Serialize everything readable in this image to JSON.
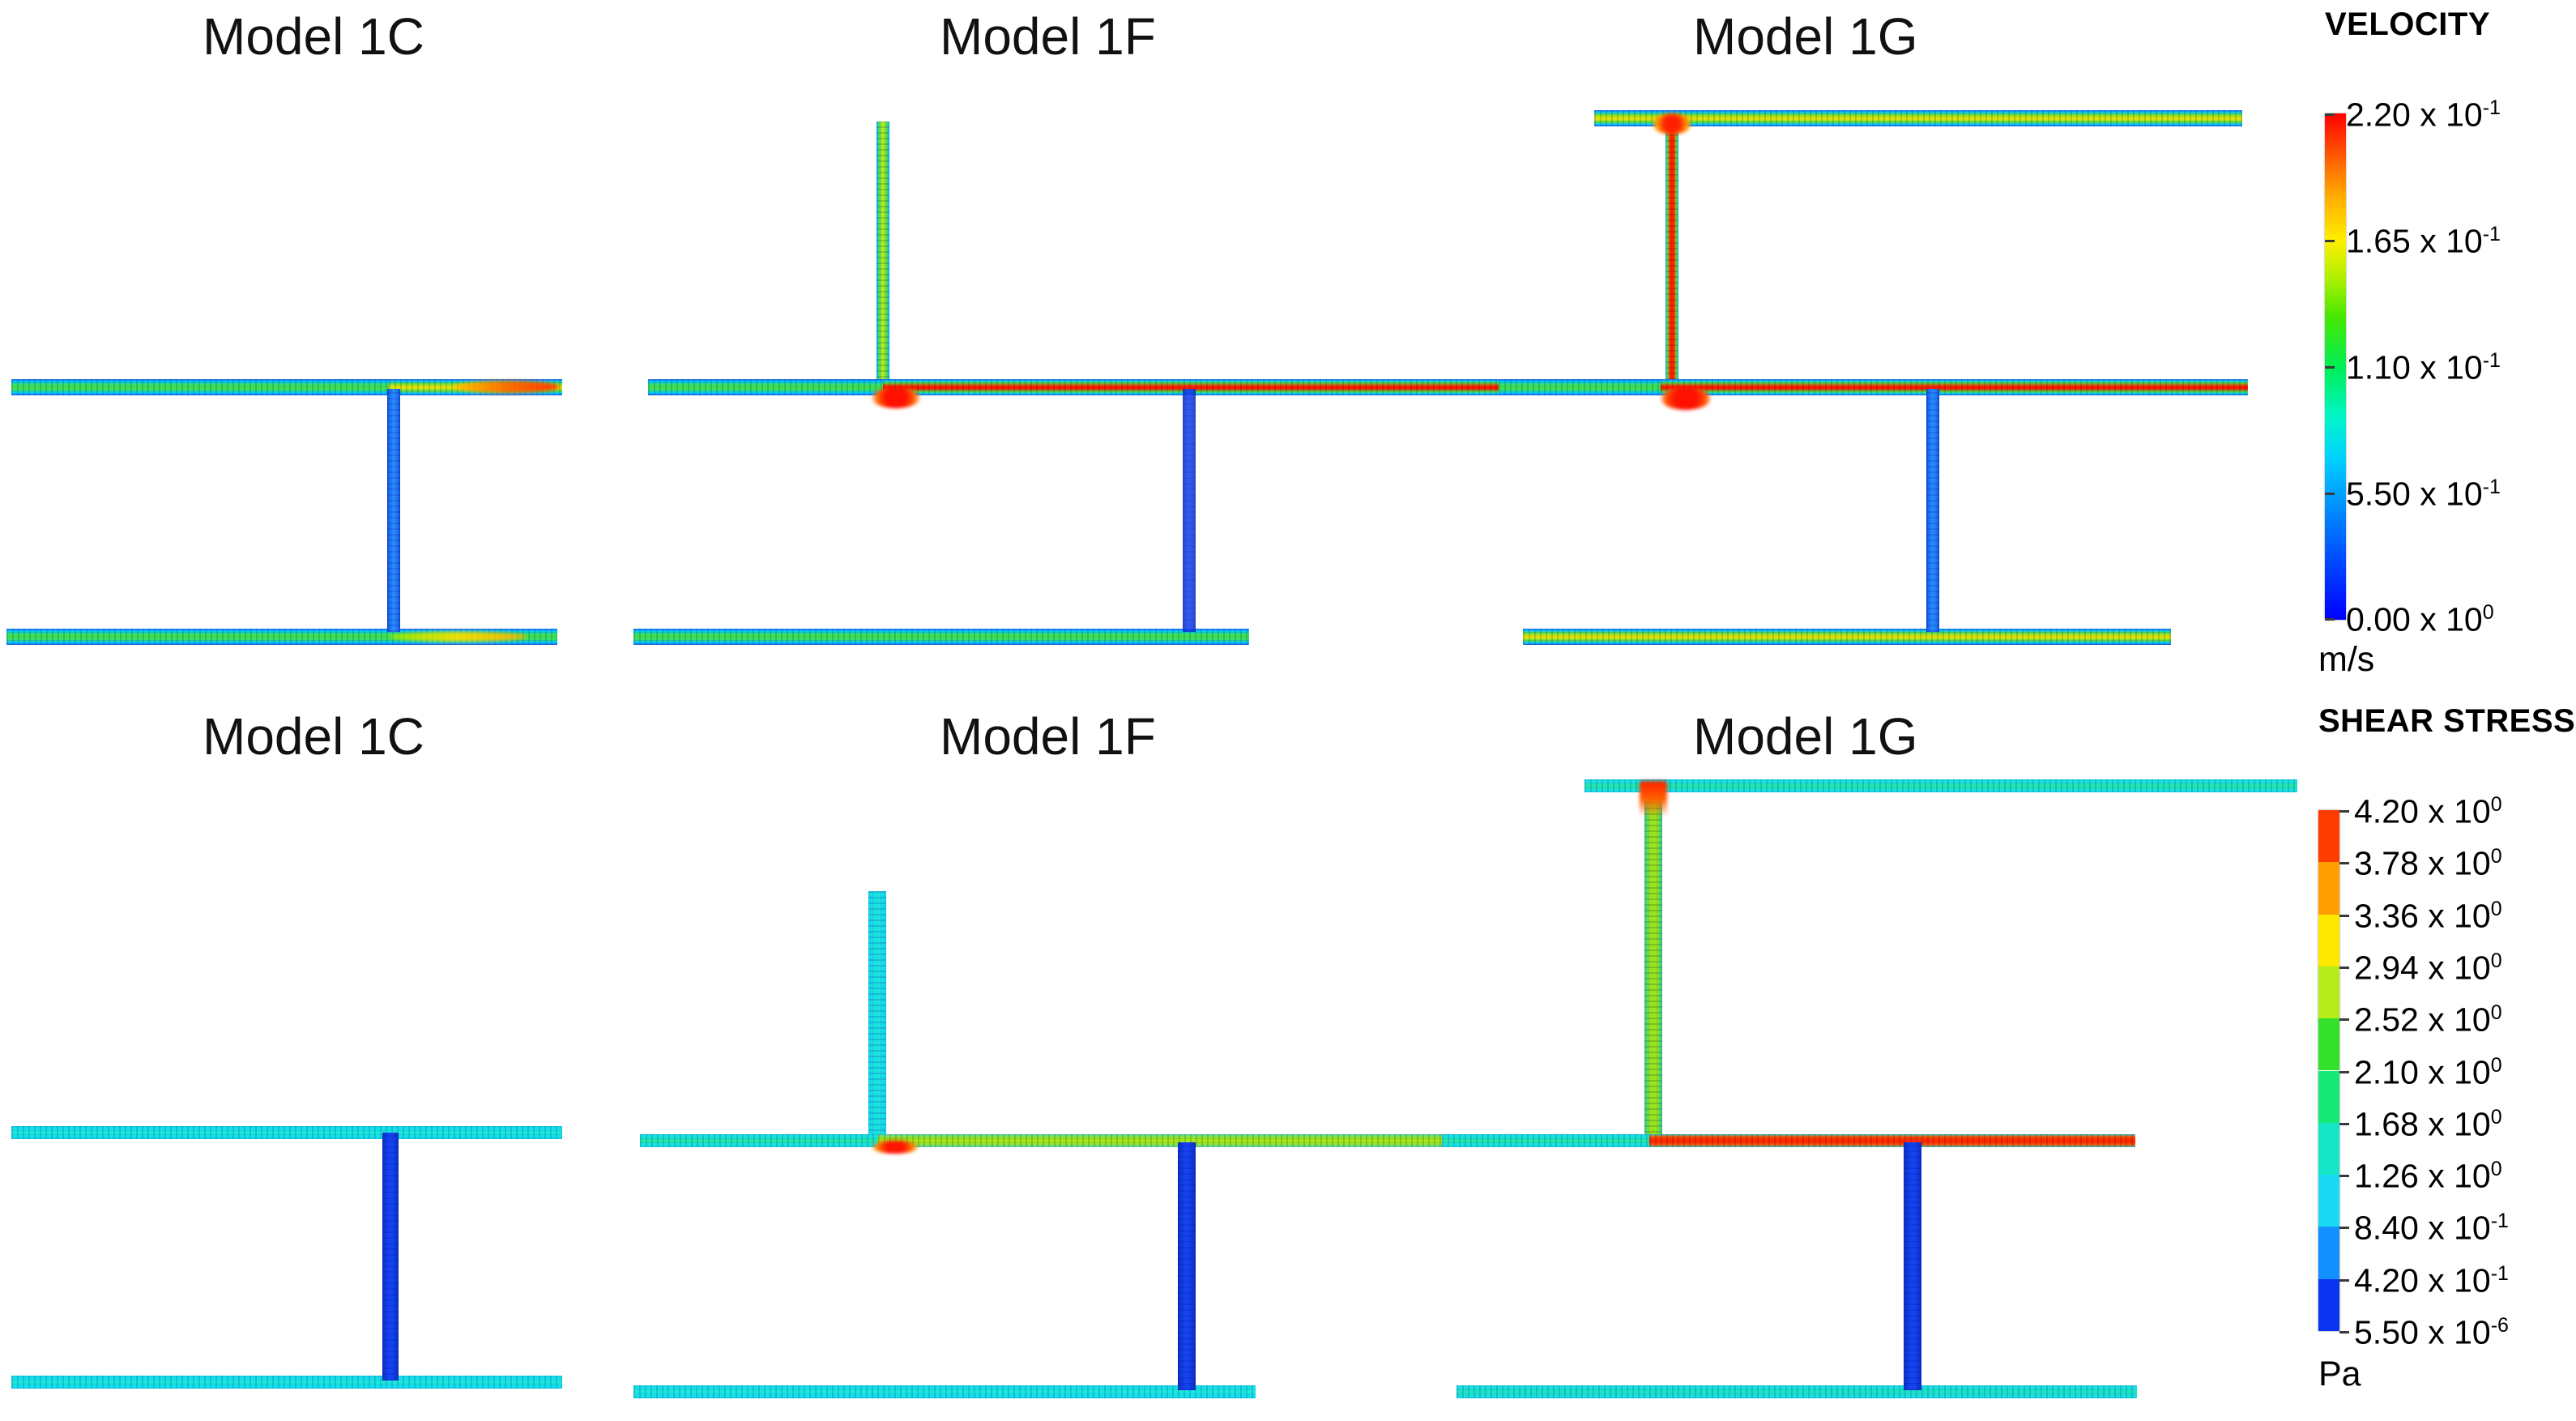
{
  "figure": {
    "kind": "cfd-contour-grid",
    "background": "#ffffff"
  },
  "rows": [
    {
      "id": "velocity-row",
      "titles": [
        "Model 1C",
        "Model 1F",
        "Model 1G"
      ]
    },
    {
      "id": "shear-stress-row",
      "titles": [
        "Model 1C",
        "Model 1F",
        "Model 1G"
      ]
    }
  ],
  "colorbars": {
    "velocity": {
      "title": "VELOCITY",
      "unit": "m/s",
      "style": "continuous",
      "labels": [
        {
          "mantissa": "2.20 x 10",
          "exp": "-1"
        },
        {
          "mantissa": "1.65 x 10",
          "exp": "-1"
        },
        {
          "mantissa": "1.10 x 10",
          "exp": "-1"
        },
        {
          "mantissa": "5.50 x 10",
          "exp": "-1"
        },
        {
          "mantissa": "0.00 x 10",
          "exp": "0"
        }
      ],
      "values": [
        0.22,
        0.165,
        0.11,
        0.055,
        0.0
      ],
      "colors_high_to_low": [
        "#ff0000",
        "#ffee00",
        "#00ee55",
        "#00d2ff",
        "#0000ff"
      ]
    },
    "shear_stress": {
      "title": "SHEAR STRESS",
      "unit": "Pa",
      "style": "discrete",
      "labels": [
        {
          "mantissa": "4.20 x 10",
          "exp": "0"
        },
        {
          "mantissa": "3.78 x 10",
          "exp": "0"
        },
        {
          "mantissa": "3.36 x 10",
          "exp": "0"
        },
        {
          "mantissa": "2.94 x 10",
          "exp": "0"
        },
        {
          "mantissa": "2.52 x 10",
          "exp": "0"
        },
        {
          "mantissa": "2.10 x 10",
          "exp": "0"
        },
        {
          "mantissa": "1.68 x 10",
          "exp": "0"
        },
        {
          "mantissa": "1.26 x 10",
          "exp": "0"
        },
        {
          "mantissa": "8.40 x 10",
          "exp": "-1"
        },
        {
          "mantissa": "4.20 x 10",
          "exp": "-1"
        },
        {
          "mantissa": "5.50 x 10",
          "exp": "-6"
        }
      ],
      "values": [
        4.2,
        3.78,
        3.36,
        2.94,
        2.52,
        2.1,
        1.68,
        1.26,
        0.84,
        0.42,
        5.5e-06
      ],
      "band_colors_high_to_low": [
        "#ff3c00",
        "#ff9e00",
        "#ffe800",
        "#b6ec1a",
        "#33e02b",
        "#18e878",
        "#16e6c8",
        "#19d9f2",
        "#1390ff",
        "#0b33f0"
      ]
    }
  },
  "chart_data": {
    "type": "heatmap",
    "title": "CFD velocity and wall shear stress contours for microfluidic channel Models 1C, 1F, 1G",
    "panels": [
      {
        "model": "Model 1C",
        "field": "velocity",
        "unit": "m/s",
        "range": [
          0.0,
          0.22
        ],
        "features": [
          {
            "part": "upper-horizontal-channel",
            "peak_value": 0.13,
            "note": "green core, orange hotspot at right outlet"
          },
          {
            "part": "lower-horizontal-channel",
            "peak_value": 0.12,
            "note": "green core, yellow near junction"
          },
          {
            "part": "vertical-connector",
            "peak_value": 0.05,
            "note": "blue, low velocity"
          }
        ]
      },
      {
        "model": "Model 1F",
        "field": "velocity",
        "unit": "m/s",
        "range": [
          0.0,
          0.22
        ],
        "features": [
          {
            "part": "vertical-inlet-branch",
            "peak_value": 0.15,
            "note": "green-yellow core"
          },
          {
            "part": "middle-horizontal-channel",
            "peak_value": 0.22,
            "note": "red core downstream of junction"
          },
          {
            "part": "lower-horizontal-channel",
            "peak_value": 0.12,
            "note": "green core"
          },
          {
            "part": "vertical-connector",
            "peak_value": 0.02,
            "note": "dark blue, near stagnant"
          }
        ]
      },
      {
        "model": "Model 1G",
        "field": "velocity",
        "unit": "m/s",
        "range": [
          0.0,
          0.22
        ],
        "features": [
          {
            "part": "top-horizontal-channel",
            "peak_value": 0.17,
            "note": "yellow-green core"
          },
          {
            "part": "vertical-feed-branch",
            "peak_value": 0.22,
            "note": "fully red, highest velocity"
          },
          {
            "part": "middle-horizontal-channel",
            "peak_value": 0.22,
            "note": "red core to right outlet"
          },
          {
            "part": "lower-horizontal-channel",
            "peak_value": 0.16,
            "note": "yellow-green core"
          },
          {
            "part": "vertical-connector",
            "peak_value": 0.05,
            "note": "blue"
          }
        ]
      },
      {
        "model": "Model 1C",
        "field": "shear stress",
        "unit": "Pa",
        "range": [
          5.5e-06,
          4.2
        ],
        "features": [
          {
            "part": "upper-horizontal-channel",
            "peak_value": 1.4,
            "note": "cyan band"
          },
          {
            "part": "lower-horizontal-channel",
            "peak_value": 1.4,
            "note": "cyan band"
          },
          {
            "part": "vertical-connector",
            "peak_value": 0.45,
            "note": "blue band"
          }
        ]
      },
      {
        "model": "Model 1F",
        "field": "shear stress",
        "unit": "Pa",
        "range": [
          5.5e-06,
          4.2
        ],
        "features": [
          {
            "part": "vertical-inlet-branch",
            "peak_value": 1.7,
            "note": "cyan-teal band"
          },
          {
            "part": "middle-horizontal-channel",
            "peak_value": 2.6,
            "note": "lime-green band, red spike at junction"
          },
          {
            "part": "lower-horizontal-channel",
            "peak_value": 1.3,
            "note": "cyan band"
          },
          {
            "part": "vertical-connector",
            "peak_value": 0.45,
            "note": "blue band"
          }
        ]
      },
      {
        "model": "Model 1G",
        "field": "shear stress",
        "unit": "Pa",
        "range": [
          5.5e-06,
          4.2
        ],
        "features": [
          {
            "part": "top-horizontal-channel",
            "peak_value": 1.6,
            "note": "cyan-teal band"
          },
          {
            "part": "vertical-feed-branch",
            "peak_value": 2.6,
            "note": "lime-green band, red spike at top junction"
          },
          {
            "part": "middle-horizontal-channel",
            "peak_value": 4.2,
            "note": "red/orange band, highest shear"
          },
          {
            "part": "lower-horizontal-channel",
            "peak_value": 1.7,
            "note": "cyan-teal band"
          },
          {
            "part": "vertical-connector",
            "peak_value": 0.45,
            "note": "blue band"
          }
        ]
      }
    ]
  }
}
